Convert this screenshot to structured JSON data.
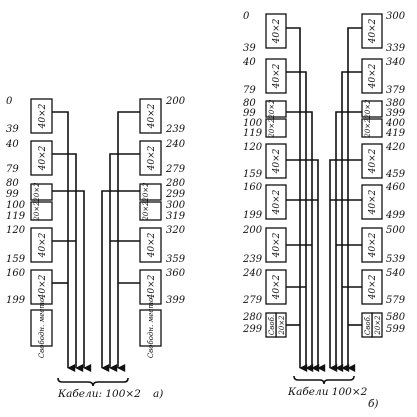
{
  "diagram_a": {
    "caption_label": "Кабели: 100×2",
    "panel_label": "а)",
    "left_column": {
      "labels": [
        "0",
        "39",
        "40",
        "79",
        "80",
        "99",
        "100",
        "119",
        "120",
        "159",
        "160",
        "199"
      ],
      "boxes": [
        "40×2",
        "40×2",
        "20×2",
        "20×2",
        "40×2",
        "40×2",
        "Свободн. место"
      ]
    },
    "right_column": {
      "labels": [
        "200",
        "239",
        "240",
        "279",
        "280",
        "299",
        "300",
        "319",
        "320",
        "359",
        "360",
        "399"
      ],
      "boxes": [
        "40×2",
        "40×2",
        "20×2",
        "20×2",
        "40×2",
        "40×2",
        "Свободн. место"
      ]
    }
  },
  "diagram_b": {
    "caption_label": "Кабели 100×2",
    "panel_label": "б)",
    "left_column": {
      "labels": [
        "0",
        "39",
        "40",
        "79",
        "80",
        "99",
        "100",
        "119",
        "120",
        "159",
        "160",
        "199",
        "200",
        "239",
        "240",
        "279",
        "280",
        "299"
      ],
      "boxes": [
        "40×2",
        "40×2",
        "20×2",
        "20×2",
        "40×2",
        "40×2",
        "40×2",
        "40×2",
        "20×2",
        "Своб."
      ]
    },
    "right_column": {
      "labels": [
        "300",
        "339",
        "340",
        "379",
        "380",
        "399",
        "400",
        "419",
        "420",
        "459",
        "460",
        "499",
        "500",
        "539",
        "540",
        "579",
        "580",
        "599"
      ],
      "boxes": [
        "40×2",
        "40×2",
        "20×2",
        "20×2",
        "40×2",
        "40×2",
        "40×2",
        "40×2",
        "20×2",
        "Своб."
      ]
    }
  }
}
